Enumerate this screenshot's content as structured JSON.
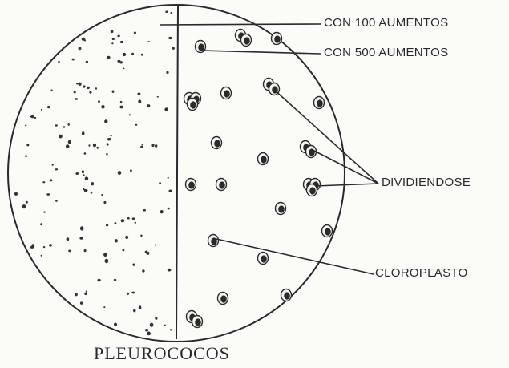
{
  "title": "PLEUROCOCOS",
  "labels": {
    "magnification_100": "CON 100 AUMENTOS",
    "magnification_500": "CON 500 AUMENTOS",
    "dividing": "DIVIDIENDOSE",
    "chloroplast": "CLOROPLASTO"
  },
  "colors": {
    "ink": "#2a2a2a",
    "paper": "#fbfbf7"
  }
}
